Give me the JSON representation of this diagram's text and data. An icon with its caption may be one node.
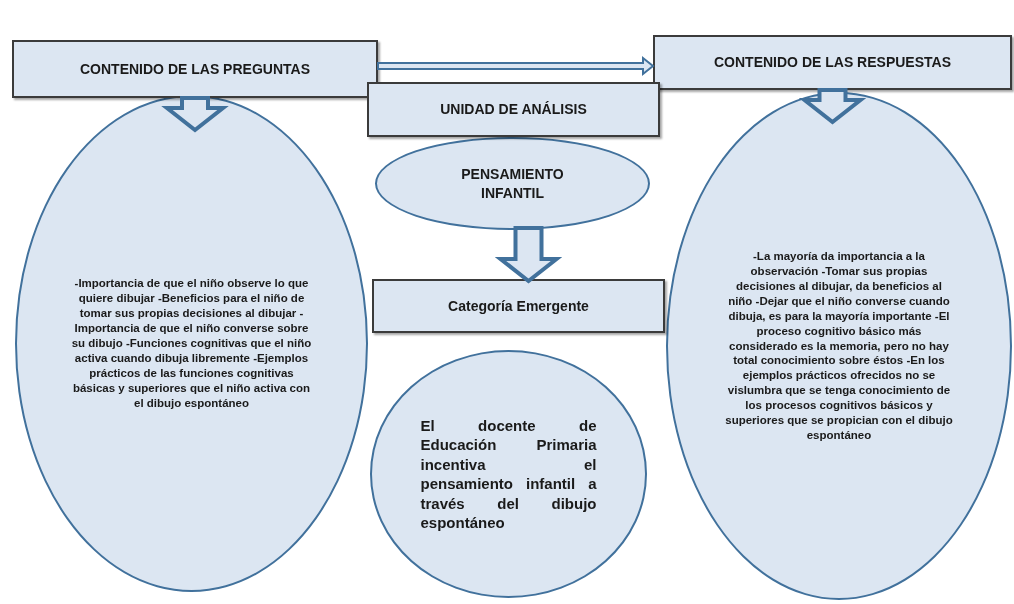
{
  "diagram": {
    "nodes": [
      {
        "text": [
          "CONTENIDO DE LAS PREGUNTAS"
        ]
      },
      {
        "text": [
          "CONTENIDO DE LAS RESPUESTAS"
        ]
      },
      {
        "text": [
          "UNIDAD DE ANÁLISIS"
        ]
      },
      {
        "text": [
          "-Importancia de que el niño observe lo que quiere dibujar -Beneficios para el niño de tomar sus propias decisiones al dibujar -Importancia de que el niño converse sobre su dibujo -Funciones cognitivas que el niño activa cuando dibuja libremente -Ejemplos prácticos de las funciones cognitivas básicas y superiores que el niño activa con el dibujo espontáneo"
        ]
      },
      {
        "text": [
          "-La mayoría da importancia a la observación -Tomar sus propias decisiones al dibujar, da beneficios al niño -Dejar que el niño converse cuando dibuja, es para la mayoría importante -El proceso cognitivo básico más considerado es la memoria, pero no hay total conocimiento sobre éstos -En los ejemplos prácticos ofrecidos no se vislumbra que se tenga conocimiento de los procesos cognitivos básicos y superiores que se propician con el dibujo espontáneo"
        ]
      },
      {
        "text": [
          "PENSAMIENTO INFANTIL"
        ]
      },
      {
        "text": [
          "Categoría Emergente"
        ]
      },
      {
        "text": [
          "El docente de Educación Primaria incentiva el pensamiento infantil a través del dibujo espontáneo"
        ]
      }
    ],
    "edges": [
      {
        "from": 0,
        "to": 1,
        "arrow": "to"
      },
      {
        "from": 0,
        "to": 3,
        "arrow": "to",
        "style": "thick"
      },
      {
        "from": 1,
        "to": 4,
        "arrow": "to",
        "style": "thick"
      },
      {
        "from": 5,
        "to": 6,
        "arrow": "to",
        "style": "thick"
      }
    ]
  }
}
